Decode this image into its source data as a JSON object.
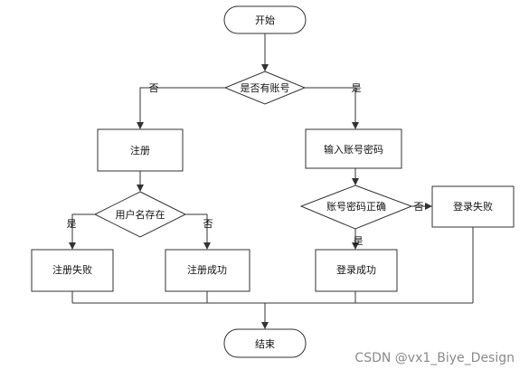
{
  "nodes": {
    "start": "开始",
    "has_account": "是否有账号",
    "register": "注册",
    "input_credentials": "输入账号密码",
    "username_exists": "用户名存在",
    "credentials_correct": "账号密码正确",
    "login_failed": "登录失败",
    "register_failed": "注册失败",
    "register_success": "注册成功",
    "login_success": "登录成功",
    "end": "结束"
  },
  "edge_labels": {
    "has_account_no": "否",
    "has_account_yes": "是",
    "username_exists_yes": "是",
    "username_exists_no": "否",
    "credentials_correct_yes": "是",
    "credentials_correct_no": "否"
  },
  "watermark": "CSDN @vx1_Biye_Design"
}
